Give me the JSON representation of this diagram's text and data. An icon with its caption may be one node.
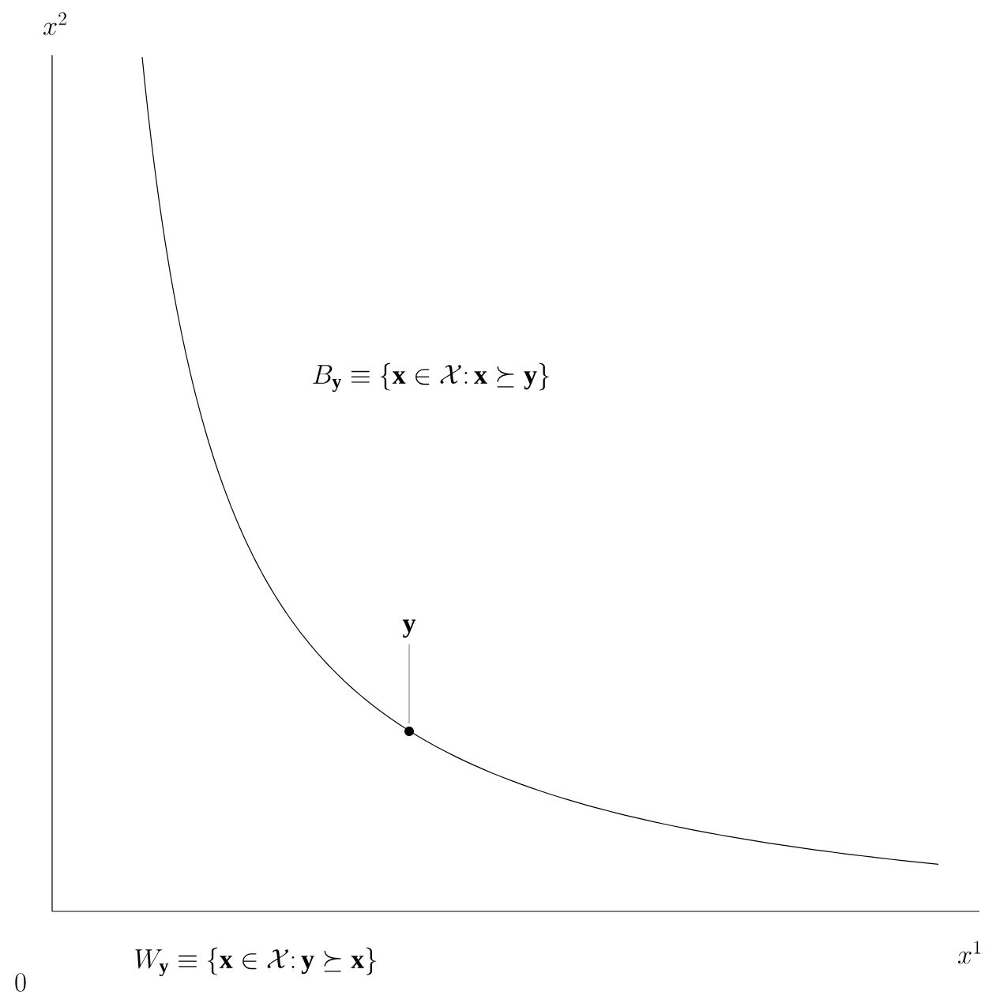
{
  "diagram": {
    "nodes": [
      {
        "text": [
          "\\mathbf{y}"
        ]
      },
      {
        "text": [],
        "shape": "circle"
      }
    ],
    "edges": [
      {
        "from": 0,
        "to": 1,
        "arrow": "none"
      }
    ],
    "labels": [
      "x^{2}",
      "B_{\\mathbf{y}} \\equiv \\{\\mathbf{x} \\in \\mathcal{X}\\colon \\mathbf{x} \\succeq \\mathbf{y}\\}",
      "W_{\\mathbf{y}} \\equiv \\{\\mathbf{x} \\in \\mathcal{X}\\colon \\mathbf{y} \\succeq \\mathbf{x}\\}",
      "0",
      "x^{1}"
    ]
  }
}
